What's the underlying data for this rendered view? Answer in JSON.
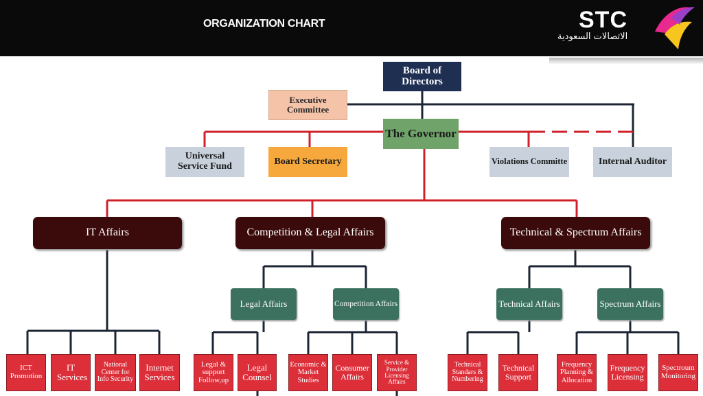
{
  "header": {
    "title": "ORGANIZATION CHART"
  },
  "logo": {
    "text": "STC",
    "arabic": "الاتصالات السعودية"
  },
  "top": {
    "board": "Board of Directors",
    "executive": "Executive Committee",
    "governor": "The Governor",
    "universal": "Universal Service Fund",
    "secretary": "Board Secretary",
    "violations": "Violations Committe",
    "auditor": "Internal Auditor"
  },
  "affairs": {
    "it": {
      "label": "IT Affairs",
      "units": [
        "ICT Promotion",
        "IT Services",
        "National Center for Info Security",
        "Internet Services"
      ]
    },
    "cl": {
      "label": "Competition & Legal Affairs",
      "legal": {
        "label": "Legal Affairs",
        "units": [
          "Legal & support Follow,up",
          "Legal Counsel"
        ]
      },
      "competition": {
        "label": "Competition Affairs",
        "units": [
          "Economic & Market Studies",
          "Consumer Affairs",
          "Service & Provider Licensing Affairs"
        ]
      }
    },
    "ts": {
      "label": "Technical & Spectrum Affairs",
      "technical": {
        "label": "Technical Affairs",
        "units": [
          "Technical Standars & Numbering",
          "Technical Support"
        ]
      },
      "spectrum": {
        "label": "Spectrum Affairs",
        "units": [
          "Frequency Planning & Allocation",
          "Frequency Licensing",
          "Spectroum Monitoring"
        ]
      }
    }
  }
}
